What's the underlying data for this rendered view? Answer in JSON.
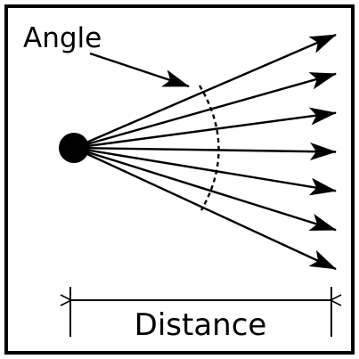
{
  "diagram": {
    "angle_label": "Angle",
    "distance_label": "Distance",
    "ray_count": 7
  },
  "colors": {
    "ink": "#000000",
    "background": "#ffffff"
  }
}
